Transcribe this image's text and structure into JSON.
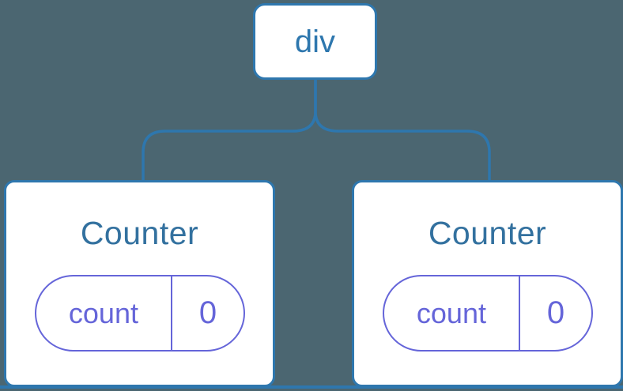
{
  "diagram": {
    "description": "Component tree diagram: a div root element with two Counter child components, each holding a count state of 0",
    "colors": {
      "background": "#4B6671",
      "accent_blue": "#2E77AE",
      "heading_blue": "#33719F",
      "state_purple": "#6565D9",
      "card_background": "#FFFFFF"
    },
    "root_node": {
      "label": "div"
    },
    "children": [
      {
        "title": "Counter",
        "state": {
          "key": "count",
          "value": "0"
        }
      },
      {
        "title": "Counter",
        "state": {
          "key": "count",
          "value": "0"
        }
      }
    ]
  }
}
